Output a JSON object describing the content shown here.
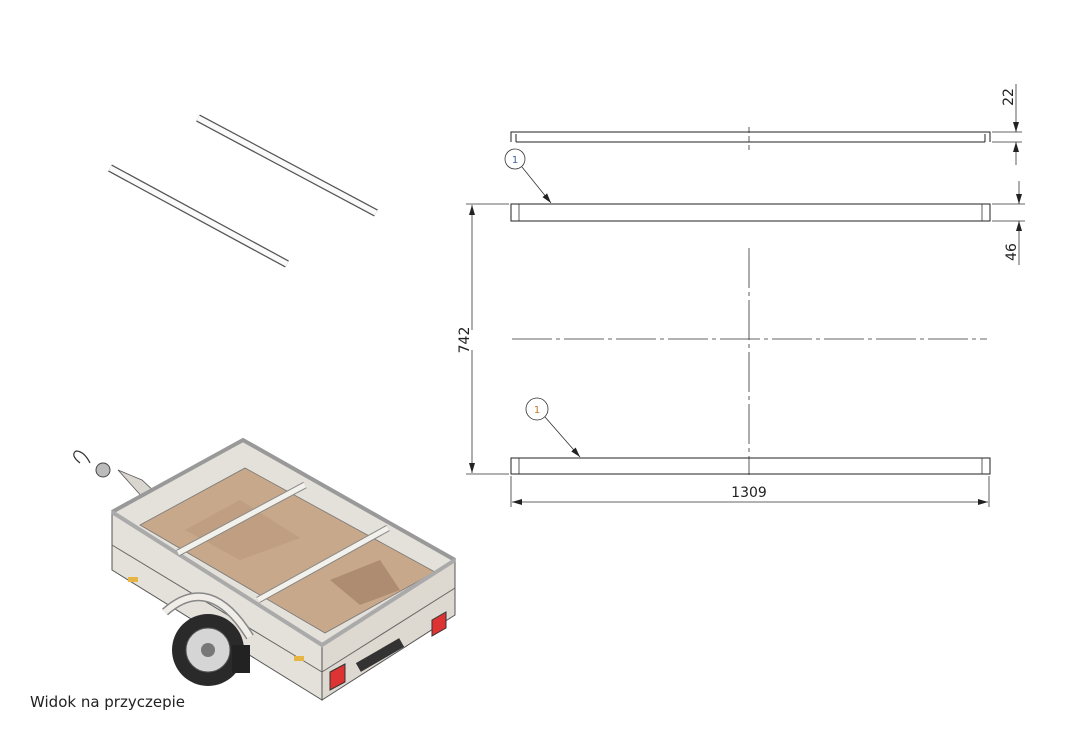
{
  "drawing": {
    "dimensions": {
      "thickness": "22",
      "width": "46",
      "spacing": "742",
      "length": "1309"
    },
    "balloons": [
      "1",
      "1"
    ],
    "caption": "Widok na przyczepie"
  },
  "colors": {
    "line": "#222222",
    "floor": "#c8a88a",
    "frame": "#e4e0da",
    "balloon_text_1": "#3a5fa8",
    "balloon_text_2": "#c2772a"
  }
}
